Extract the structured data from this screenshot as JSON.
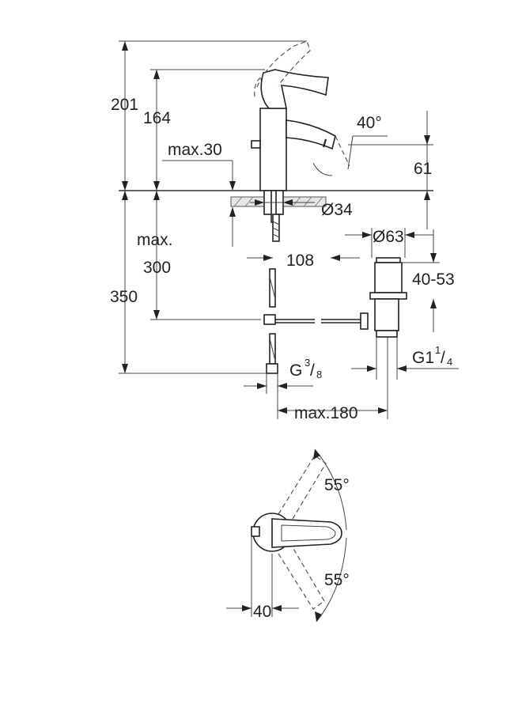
{
  "labels": {
    "h_201": "201",
    "h_164": "164",
    "angle_40": "40°",
    "max_30": "max.30",
    "h_61": "61",
    "dia_34": "Ø34",
    "dia_63": "Ø63",
    "max_label": "max.",
    "max_300": "300",
    "d_108": "108",
    "r_40_53": "40-53",
    "h_350": "350",
    "g38_base": "G",
    "g38_sup": "3",
    "g38_slash": "/",
    "g38_sub": "8",
    "g114_base": "G1",
    "g114_sup": "1",
    "g114_slash": "/",
    "g114_sub": "4",
    "max_180": "max.180",
    "angle_55_top": "55°",
    "angle_55_bottom": "55°",
    "w_40": "40"
  }
}
